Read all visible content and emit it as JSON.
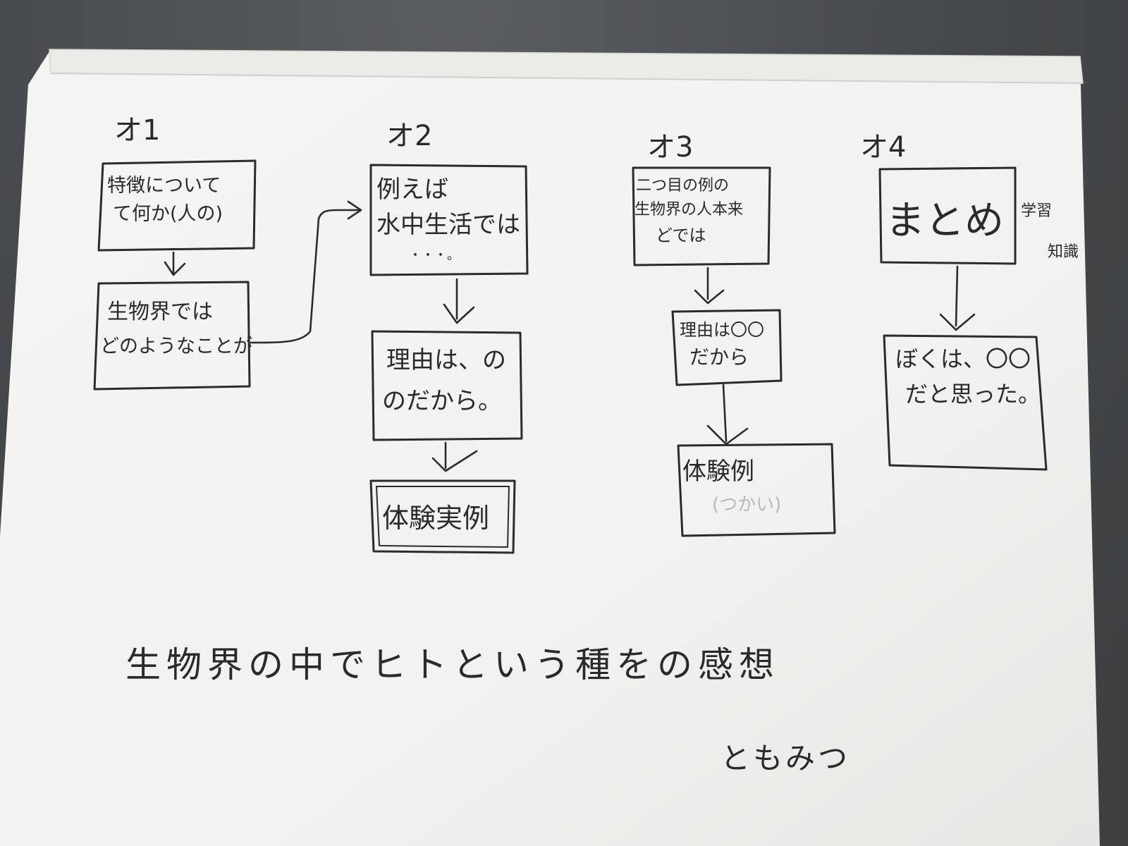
{
  "columns": [
    {
      "number": "オ1",
      "boxes": [
        {
          "lines": [
            "特徴について",
            "て何か(人の)"
          ]
        },
        {
          "lines": [
            "生物界では",
            "どのようなことが"
          ]
        }
      ]
    },
    {
      "number": "オ2",
      "boxes": [
        {
          "lines": [
            "例えば",
            "水中生活では",
            "・・・。"
          ]
        },
        {
          "lines": [
            "理由は、の",
            "のだから。"
          ]
        },
        {
          "lines": [
            "体験実例"
          ]
        }
      ]
    },
    {
      "number": "オ3",
      "boxes": [
        {
          "lines": [
            "二つ目の例の",
            "生物界の人本来",
            "どでは"
          ]
        },
        {
          "lines": [
            "理由は〇〇",
            "だから"
          ]
        },
        {
          "lines": [
            "体験例",
            "(つかい)"
          ]
        }
      ]
    },
    {
      "number": "オ4",
      "boxes": [
        {
          "lines": [
            "まとめ"
          ]
        },
        {
          "lines": [
            "ぼくは、〇〇",
            "だと思った。"
          ]
        }
      ],
      "side_note": [
        "学習",
        "知識"
      ]
    }
  ],
  "bottom_title": "生物界の中でヒトという種をの感想",
  "author": "ともみつ"
}
